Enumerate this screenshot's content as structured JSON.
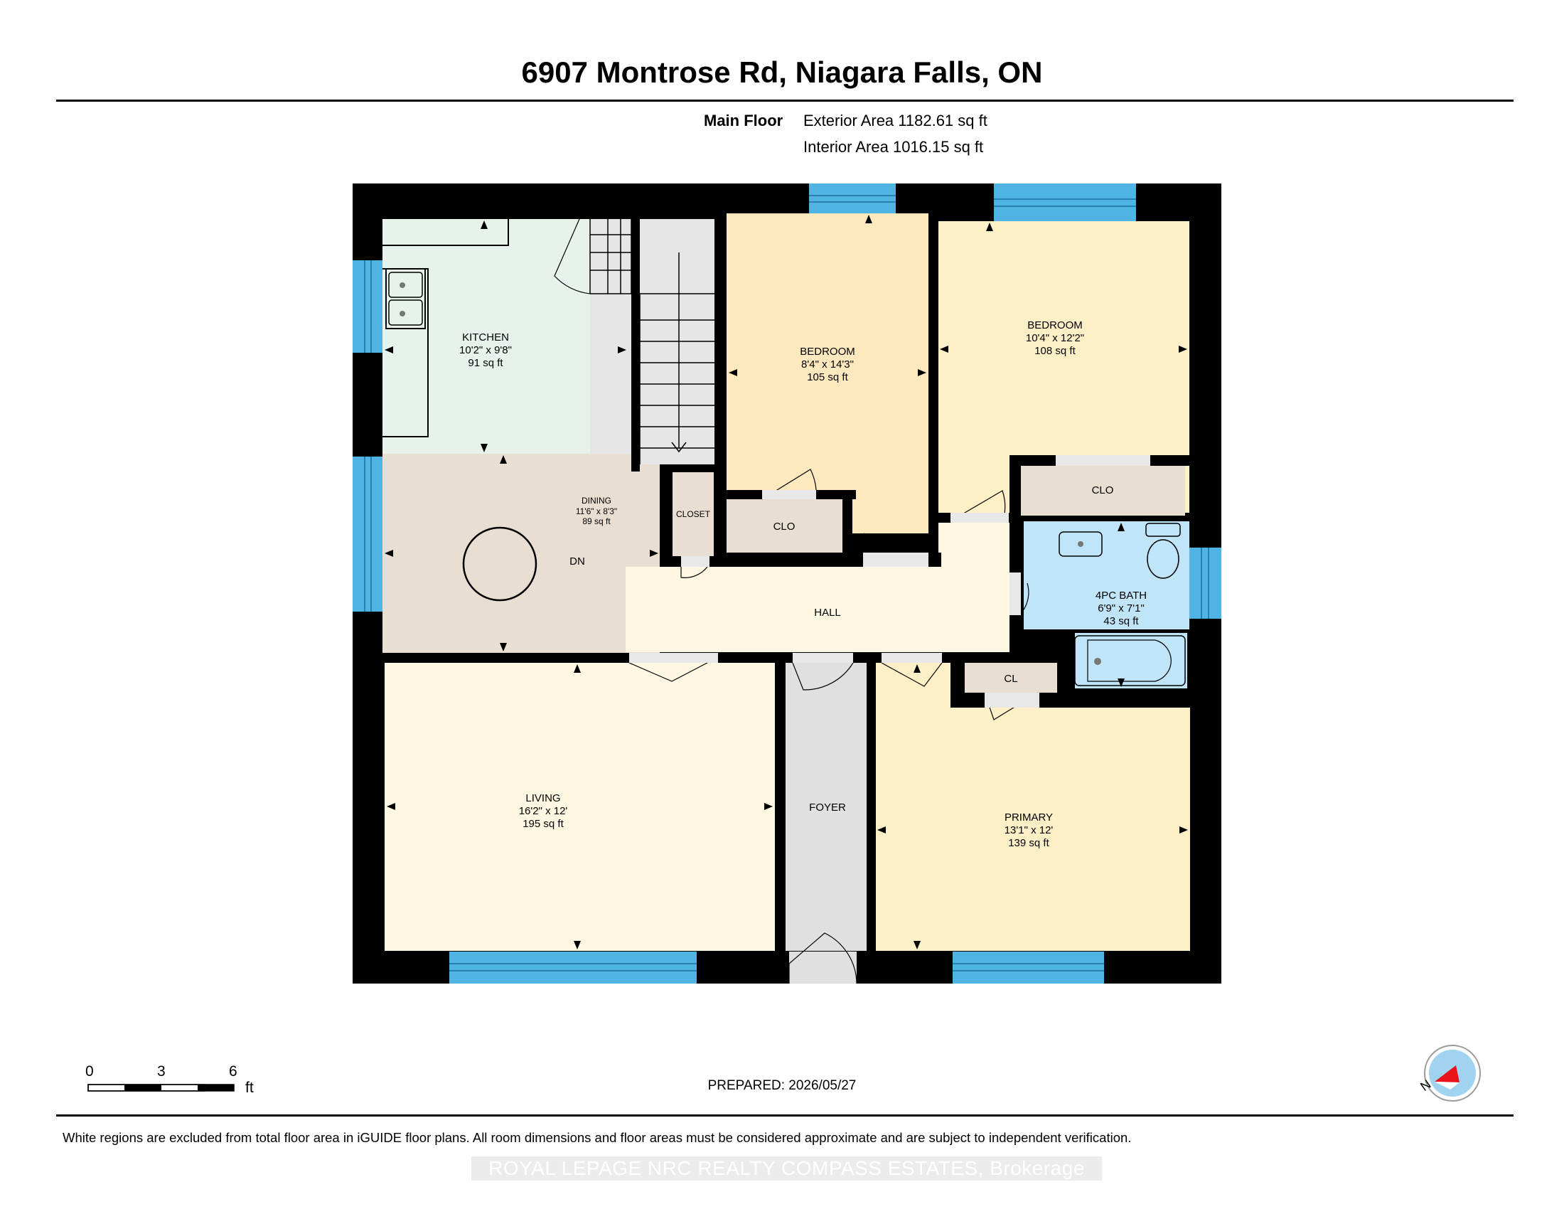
{
  "header": {
    "title": "6907 Montrose Rd, Niagara Falls, ON",
    "floor_label": "Main Floor",
    "exterior_area": "Exterior Area 1182.61 sq ft",
    "interior_area": "Interior Area 1016.15 sq ft"
  },
  "rooms": {
    "kitchen": {
      "name": "KITCHEN",
      "dims": "10'2\" x 9'8\"",
      "area": "91 sq ft"
    },
    "stairs": {
      "label": "DN"
    },
    "bedroom1": {
      "name": "BEDROOM",
      "dims": "8'4\" x 14'3\"",
      "area": "105 sq ft"
    },
    "bedroom2": {
      "name": "BEDROOM",
      "dims": "10'4\" x 12'2\"",
      "area": "108 sq ft"
    },
    "dining": {
      "name": "DINING",
      "dims": "11'6\" x 8'3\"",
      "area": "89 sq ft"
    },
    "closet": {
      "name": "CLOSET"
    },
    "clo1": {
      "name": "CLO"
    },
    "clo2": {
      "name": "CLO"
    },
    "hall": {
      "name": "HALL"
    },
    "bath": {
      "name": "4PC BATH",
      "dims": "6'9\" x 7'1\"",
      "area": "43 sq ft"
    },
    "cl": {
      "name": "CL"
    },
    "living": {
      "name": "LIVING",
      "dims": "16'2\" x 12'",
      "area": "195 sq ft"
    },
    "foyer": {
      "name": "FOYER"
    },
    "primary": {
      "name": "PRIMARY",
      "dims": "13'1\" x 12'",
      "area": "139 sq ft"
    }
  },
  "scale": {
    "ticks": [
      "0",
      "3",
      "6"
    ],
    "unit": "ft"
  },
  "compass": {
    "label": "N"
  },
  "footer": {
    "prepared": "PREPARED: 2026/05/27",
    "disclaimer": "White regions are excluded from total floor area in iGUIDE floor plans. All room dimensions and floor areas must be considered approximate and are subject to independent verification.",
    "brokerage": "ROYAL LEPAGE NRC REALTY COMPASS ESTATES, Brokerage"
  },
  "colors": {
    "kitchen": "#e6f2ea",
    "bedroom": "#fdefc6",
    "bedroom1": "#fde9bd",
    "dining": "#e8ded1",
    "closet": "#e8ded1",
    "hall": "#fef8e2",
    "living": "#fef8e2",
    "primary": "#fdefc6",
    "bath": "#c0e4f8",
    "foyer": "#e0e0e0",
    "stairs": "#e6e6e6",
    "window": "#4fb3e3",
    "wall": "#000000"
  }
}
